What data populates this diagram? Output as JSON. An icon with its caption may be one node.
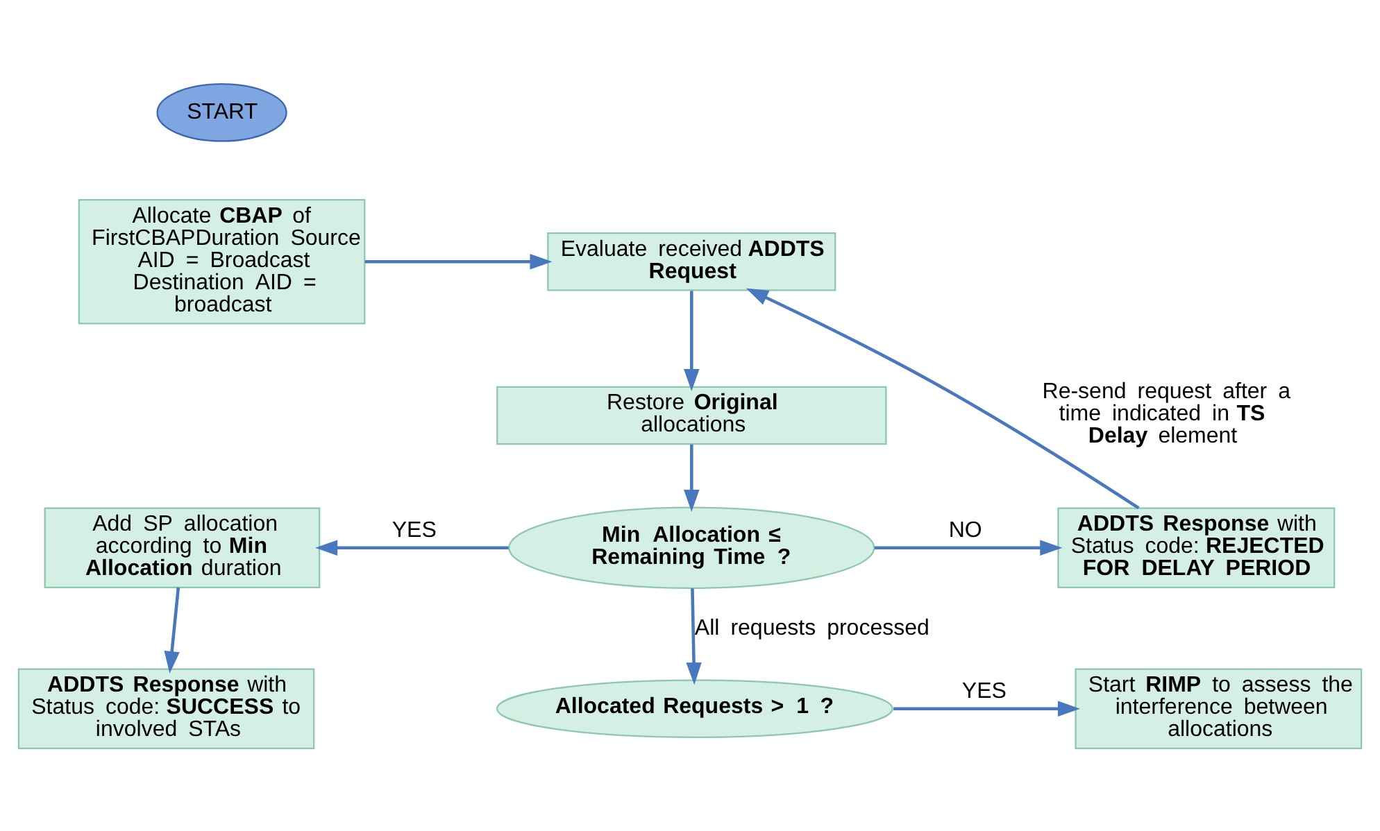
{
  "diagram": {
    "nodes": [
      {
        "text": [
          "START"
        ]
      },
      {
        "text": [
          "Allocate **CBAP** of FirstCBAPDuration Source AID = Broadcast Destination AID = broadcast"
        ]
      },
      {
        "text": [
          "Evaluate received **ADDTS Request**"
        ]
      },
      {
        "text": [
          "Restore **Original** allocations"
        ]
      },
      {
        "text": [
          "**Min Allocation** **≤** **Remaining Time** **?**"
        ]
      },
      {
        "text": [
          "Add SP allocation according to **Min Allocation** duration"
        ]
      },
      {
        "text": [
          "**ADDTS Response** with Status code: **REJECTED FOR DELAY PERIOD**"
        ]
      },
      {
        "text": [
          "**ADDTS Response** with Status code: **SUCCESS** to involved STAs"
        ]
      },
      {
        "text": [
          "**Allocated** **Requests >** **1** **?**"
        ]
      },
      {
        "text": [
          "Start **RIMP** to assess the interference between allocations"
        ]
      }
    ],
    "edges": [
      {
        "from": 1,
        "to": 2,
        "arrow": "to"
      },
      {
        "from": 2,
        "to": 3,
        "arrow": "to"
      },
      {
        "from": 3,
        "to": 4,
        "arrow": "to"
      },
      {
        "from": 4,
        "to": 5,
        "arrow": "to",
        "label": "YES"
      },
      {
        "from": 4,
        "to": 6,
        "arrow": "to",
        "label": "NO"
      },
      {
        "from": 6,
        "to": 2,
        "arrow": "to",
        "label": "Re-send request after a time indicated in **TS Delay** element"
      },
      {
        "from": 5,
        "to": 7,
        "arrow": "to"
      },
      {
        "from": 4,
        "to": 8,
        "arrow": "to",
        "label": "All requests processed"
      },
      {
        "from": 8,
        "to": 9,
        "arrow": "to",
        "label": "YES"
      }
    ]
  }
}
